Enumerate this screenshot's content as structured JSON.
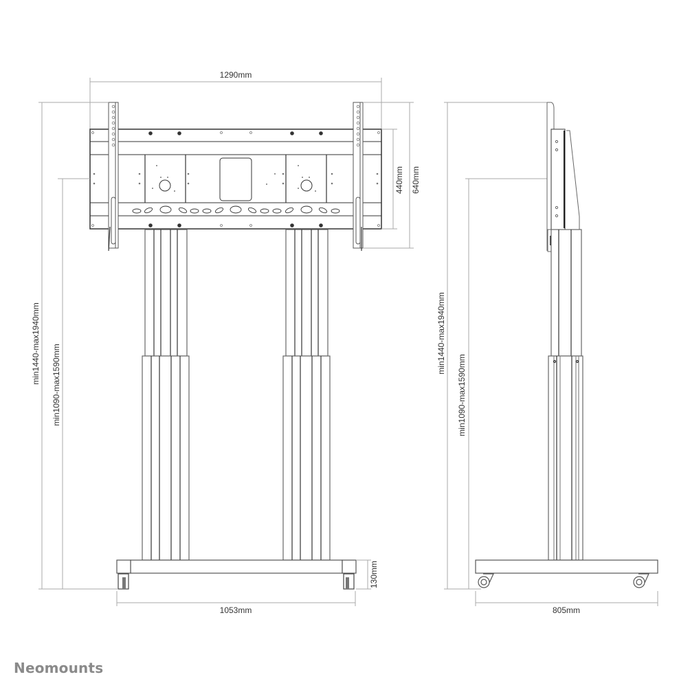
{
  "brand": {
    "name": "Neomounts"
  },
  "colors": {
    "line_dark": "#333333",
    "line_mid": "#777777",
    "dim_line": "#aaaaaa",
    "brand_gray": "#8a8a8a"
  },
  "front_view": {
    "dimensions": {
      "width_top": "1290mm",
      "plate_height": "440mm",
      "bracket_height": "640mm",
      "overall_height": "min1440-max1940mm",
      "plate_center_height": "min1090-max1590mm",
      "base_height": "130mm",
      "base_width": "1053mm"
    }
  },
  "side_view": {
    "dimensions": {
      "overall_height": "min1440-max1940mm",
      "plate_center_height": "min1090-max1590mm",
      "base_depth": "805mm"
    }
  }
}
